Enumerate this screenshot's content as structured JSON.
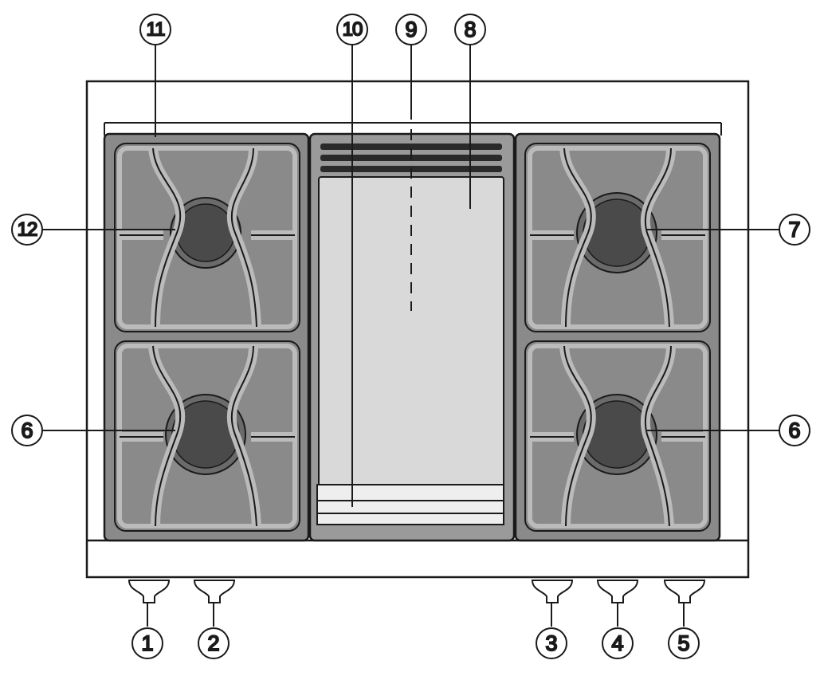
{
  "callouts": {
    "c1": "1",
    "c2": "2",
    "c3": "3",
    "c4": "4",
    "c5": "5",
    "c6_left": "6",
    "c6_right": "6",
    "c7": "7",
    "c8": "8",
    "c9": "9",
    "c10": "10",
    "c11": "11",
    "c12": "12"
  },
  "colors": {
    "outline": "#1a1a1a",
    "cabinet": "#ffffff",
    "grate_tray": "#8a8a8a",
    "grate": "#a9a9a9",
    "burner": "#4a4a4a",
    "griddle": "#d9d9d9",
    "griddle_frame": "#9a9a9a"
  }
}
